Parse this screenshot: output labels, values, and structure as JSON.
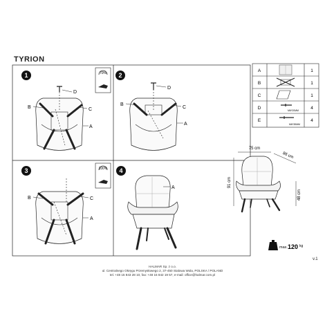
{
  "title": "TYRION",
  "steps": [
    "1",
    "2",
    "3",
    "4"
  ],
  "step1": {
    "percent": "70%",
    "labels": {
      "a": "A",
      "b": "B",
      "c": "C",
      "d": "D"
    }
  },
  "step2": {
    "labels": {
      "a": "A",
      "b": "B",
      "c": "C",
      "d": "D"
    }
  },
  "step3": {
    "percent": "100%",
    "labels": {
      "a": "A",
      "b": "B",
      "c": "C"
    }
  },
  "step4": {
    "labels": {
      "a": "A"
    }
  },
  "parts": [
    {
      "letter": "A",
      "qty": "1"
    },
    {
      "letter": "B",
      "qty": "1"
    },
    {
      "letter": "C",
      "qty": "1"
    },
    {
      "letter": "D",
      "qty": "4",
      "spec": "M6*20MM"
    },
    {
      "letter": "E",
      "qty": "4",
      "spec": "M6*35MM"
    }
  ],
  "dimensions": {
    "width": "75 cm",
    "depth": "86 cm",
    "height": "91 cm",
    "seat_height": "48 cm"
  },
  "max_load": {
    "prefix": "max.",
    "value": "120",
    "unit": "kg"
  },
  "version": "v.1",
  "footer": [
    "HALMAR Sp. z o.o.",
    "ul. Centralnego Okręgu Przemysłowego 2, 37-450 Stalowa Wola, POLSKA / POLAND",
    "tel. +48 15 843 28 10, fax: +48 15 842 19 57, e-mail: office@halmar.com.pl"
  ]
}
